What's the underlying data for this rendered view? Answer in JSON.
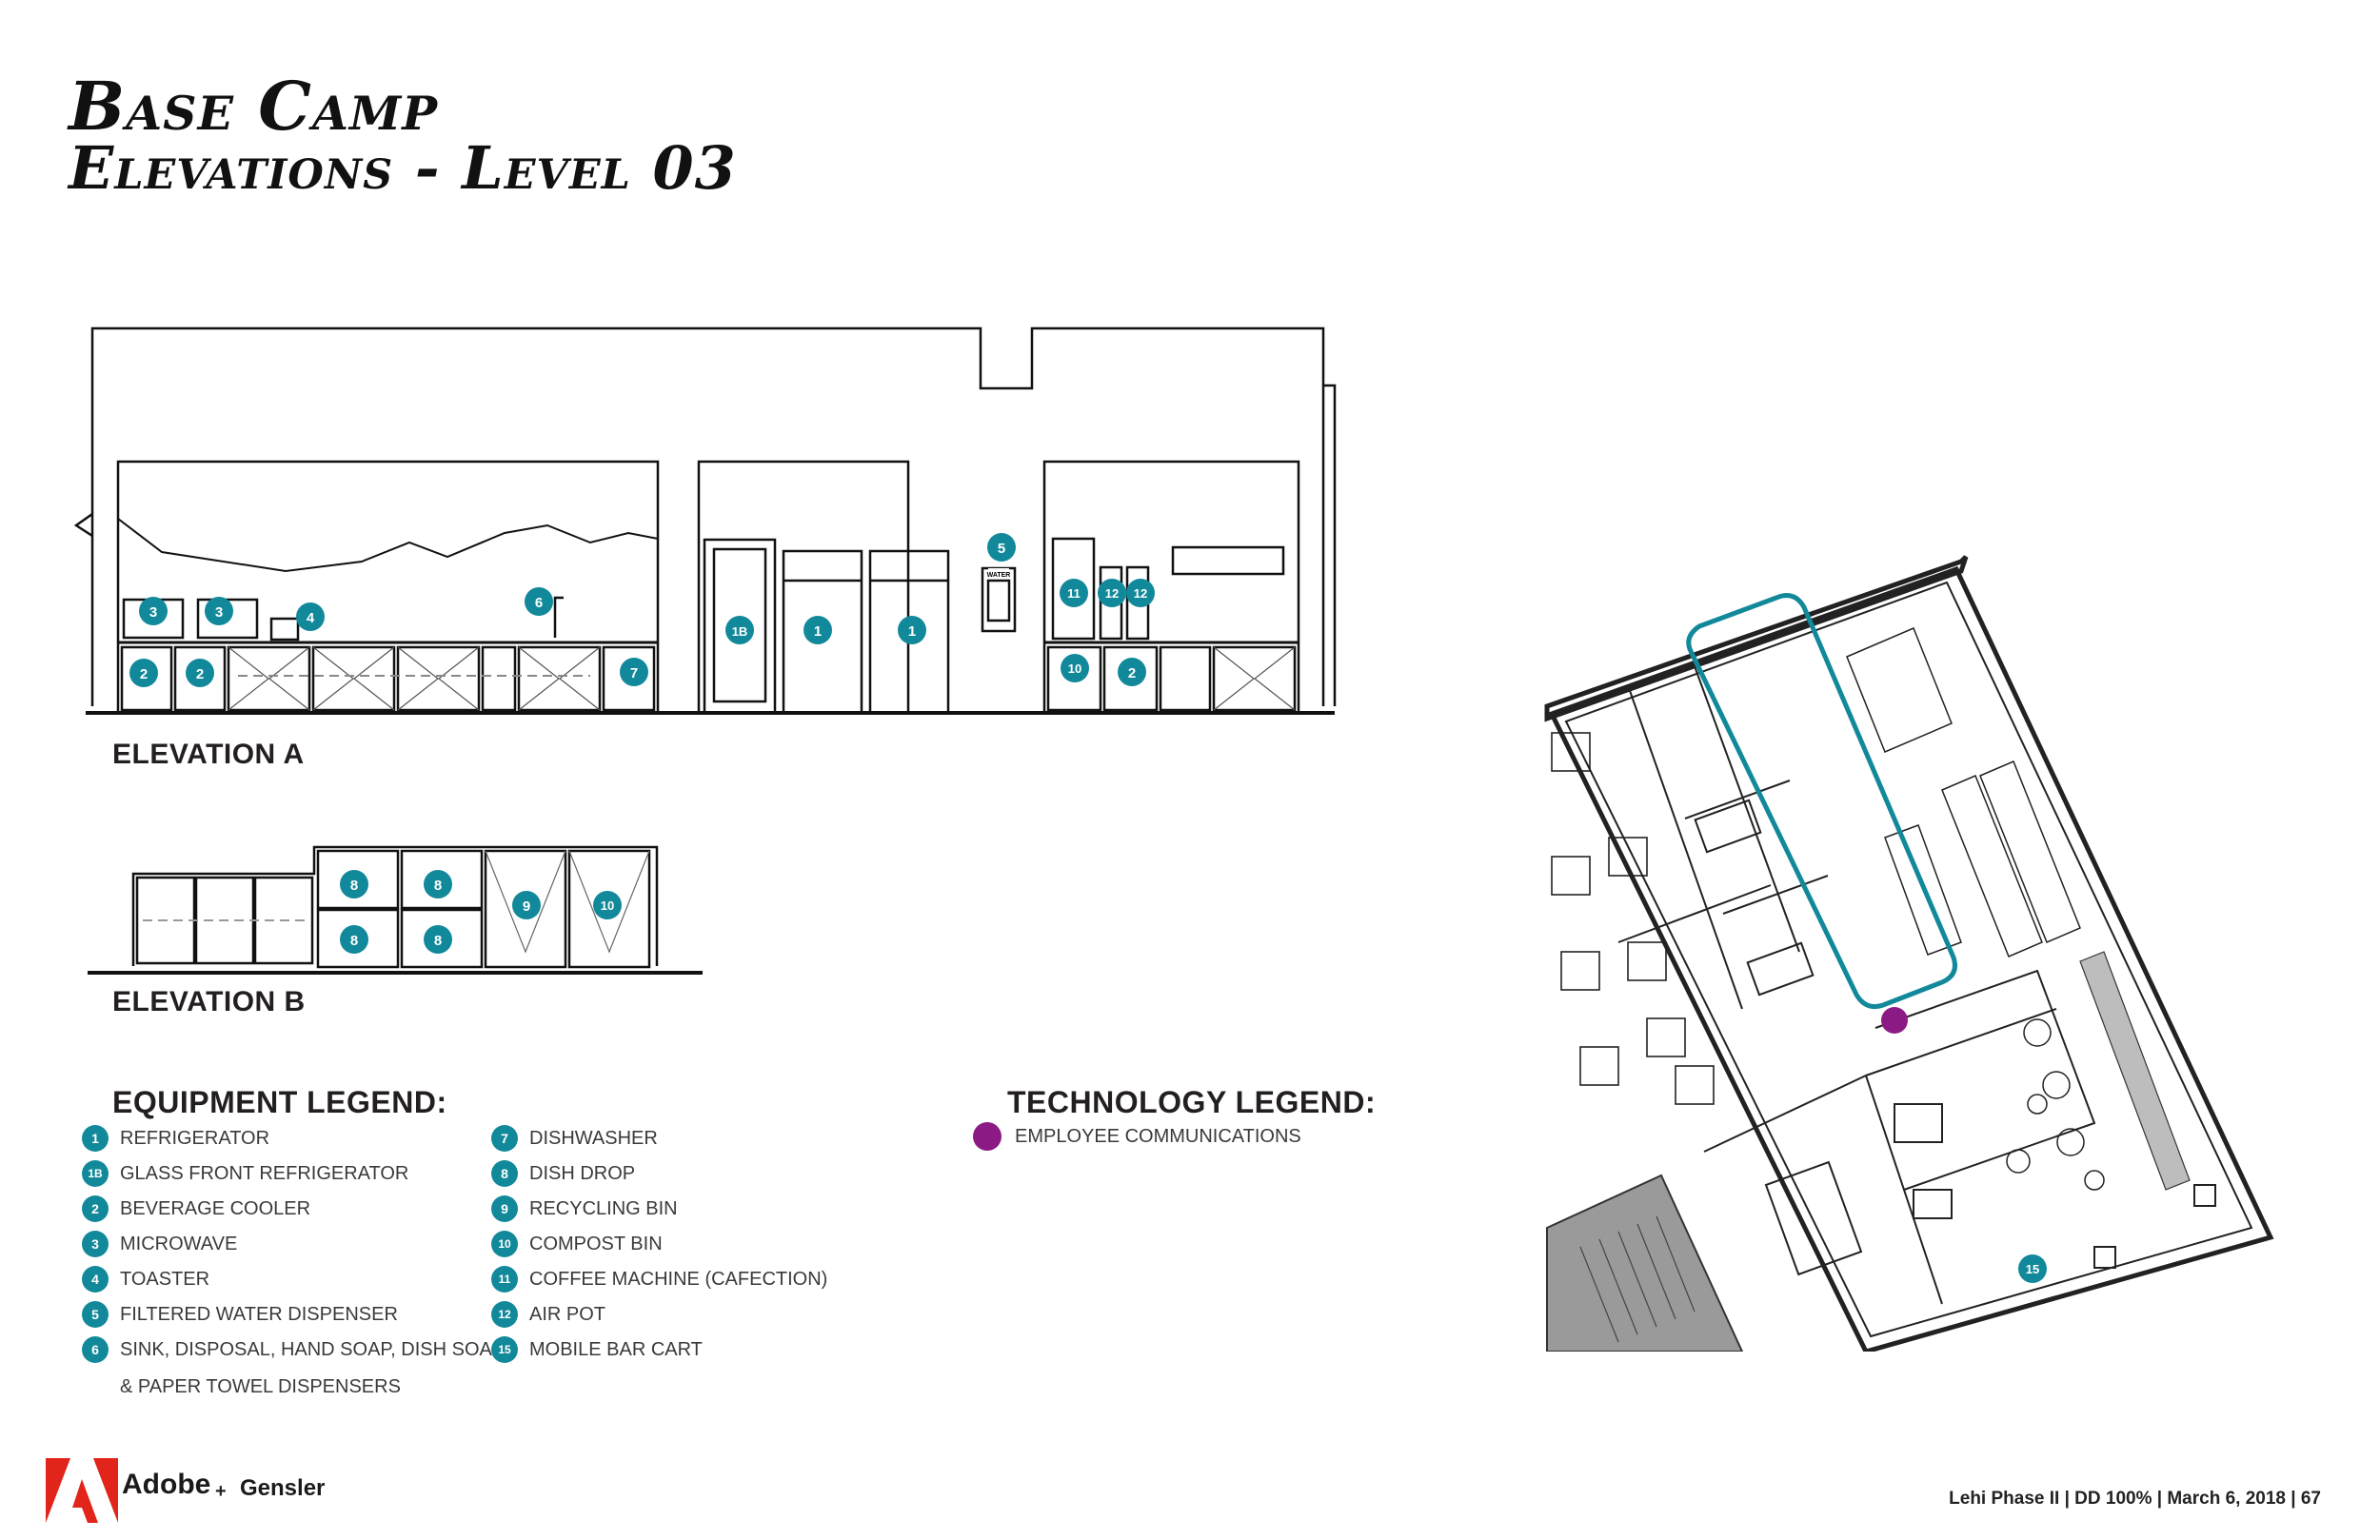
{
  "title": {
    "line1": "Base Camp",
    "line2": "Elevations - Level 03"
  },
  "elevation_a": {
    "label": "ELEVATION A",
    "markers": [
      "3",
      "3",
      "4",
      "6",
      "2",
      "2",
      "7",
      "1B",
      "1",
      "1",
      "5",
      "11",
      "12",
      "12",
      "10",
      "2"
    ],
    "water_sign": "WATER"
  },
  "elevation_b": {
    "label": "ELEVATION B",
    "markers": [
      "8",
      "8",
      "8",
      "8",
      "9",
      "10"
    ]
  },
  "equipment_legend": {
    "heading": "EQUIPMENT LEGEND:",
    "items": [
      {
        "num": "1",
        "label": "REFRIGERATOR"
      },
      {
        "num": "1B",
        "label": "GLASS FRONT REFRIGERATOR"
      },
      {
        "num": "2",
        "label": "BEVERAGE COOLER"
      },
      {
        "num": "3",
        "label": "MICROWAVE"
      },
      {
        "num": "4",
        "label": "TOASTER"
      },
      {
        "num": "5",
        "label": "FILTERED WATER DISPENSER"
      },
      {
        "num": "6",
        "label": "SINK, DISPOSAL, HAND SOAP, DISH SOAP"
      },
      {
        "num": "7",
        "label": "DISHWASHER"
      },
      {
        "num": "8",
        "label": "DISH DROP"
      },
      {
        "num": "9",
        "label": "RECYCLING BIN"
      },
      {
        "num": "10",
        "label": "COMPOST BIN"
      },
      {
        "num": "11",
        "label": "COFFEE MACHINE (CAFECTION)"
      },
      {
        "num": "12",
        "label": "AIR POT"
      },
      {
        "num": "15",
        "label": "MOBILE BAR CART"
      }
    ],
    "continuation": "& PAPER TOWEL DISPENSERS"
  },
  "technology_legend": {
    "heading": "TECHNOLOGY LEGEND:",
    "items": [
      {
        "label": "EMPLOYEE COMMUNICATIONS",
        "color": "#8c1a84"
      }
    ]
  },
  "floor_plan": {
    "markers": [
      "15"
    ],
    "highlight_color": "#12899a"
  },
  "footer": {
    "brand1": "Adobe",
    "plus": "+",
    "brand2": "Gensler",
    "info": "Lehi Phase II  | DD 100%  | March 6, 2018 |  67"
  },
  "colors": {
    "teal": "#12899a",
    "purple": "#8c1a84"
  }
}
